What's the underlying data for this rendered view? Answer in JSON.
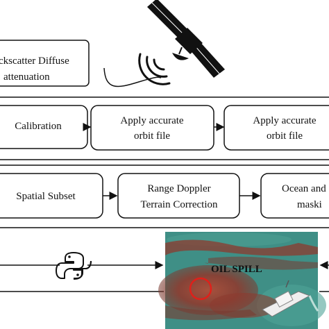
{
  "top_box": {
    "line1": "ckscatter Diffuse",
    "line2": "attenuation"
  },
  "row1": {
    "calibration": "Calibration",
    "orbit1": {
      "line1": "Apply accurate",
      "line2": "orbit file"
    },
    "orbit2": {
      "line1": "Apply accurate",
      "line2": "orbit file"
    }
  },
  "row2": {
    "subset": "Spatial Subset",
    "terrain": {
      "line1": "Range Doppler",
      "line2": "Terrain Correction"
    },
    "ocean": {
      "line1": "Ocean and",
      "line2": "maski"
    }
  },
  "photo": {
    "label": "OIL SPILL"
  },
  "colors": {
    "ocean": "#3f8f86",
    "oil": "#9c3a2c",
    "ring": "#e0201a"
  }
}
